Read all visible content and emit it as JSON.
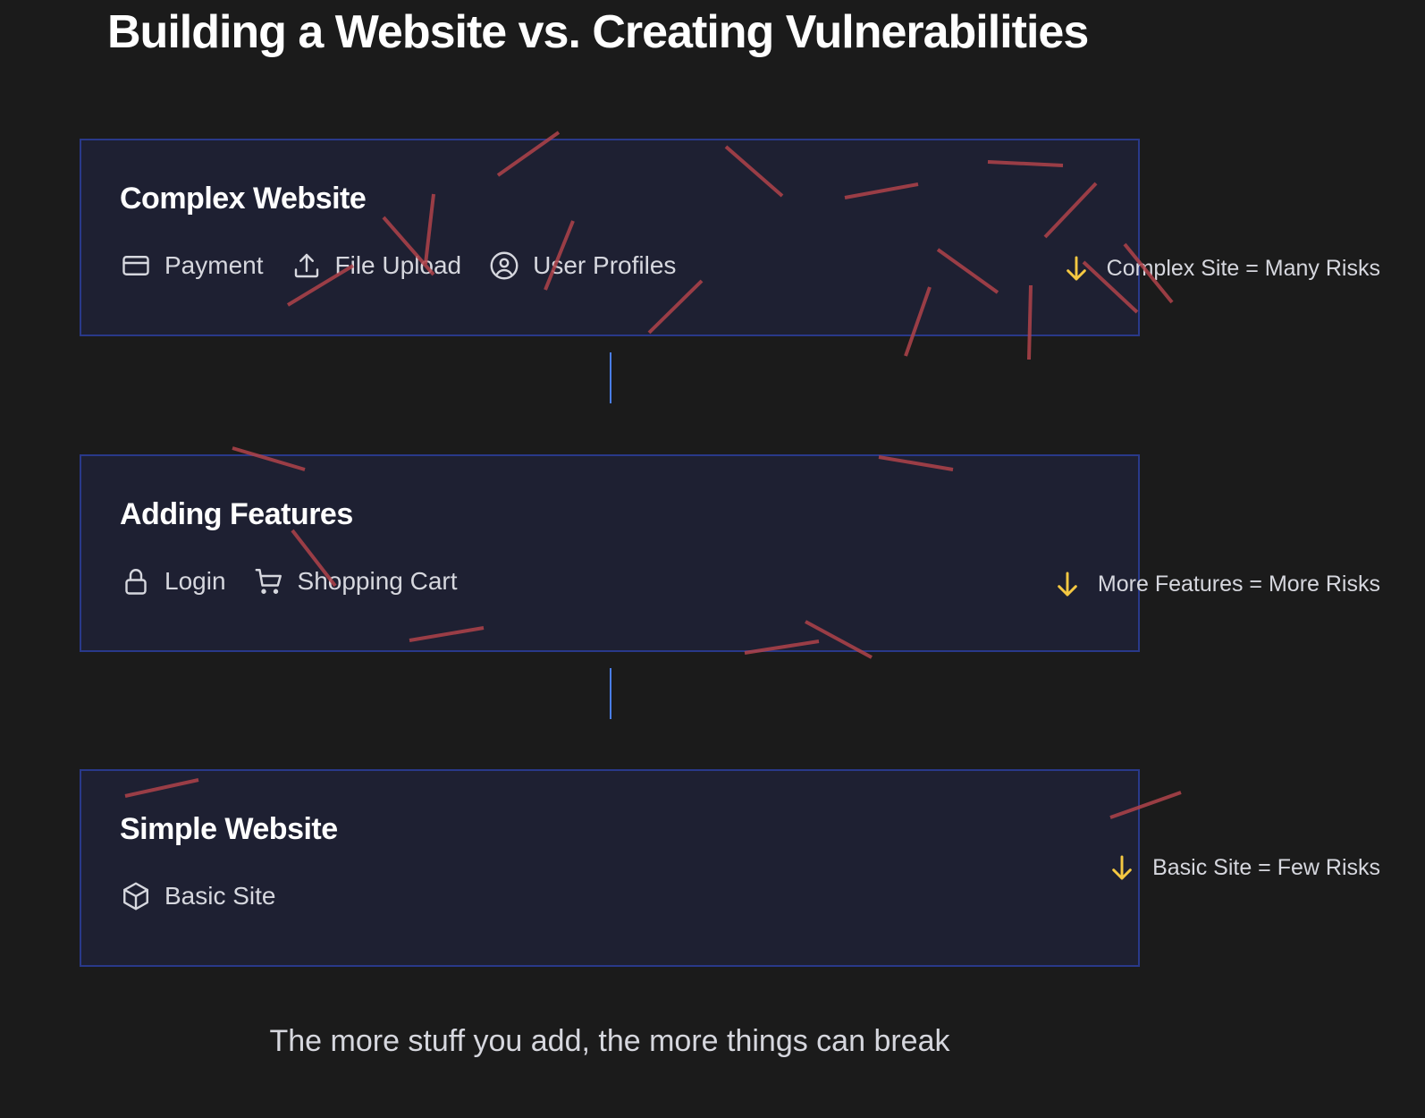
{
  "title": "Building a Website vs. Creating Vulnerabilities",
  "layers": [
    {
      "title": "Complex Website",
      "features": [
        {
          "icon": "credit-card-icon",
          "label": "Payment"
        },
        {
          "icon": "upload-icon",
          "label": "File Upload"
        },
        {
          "icon": "user-circle-icon",
          "label": "User Profiles"
        }
      ],
      "risk": {
        "icon": "arrow-down-icon",
        "label": "Complex Site = Many Risks"
      }
    },
    {
      "title": "Adding Features",
      "features": [
        {
          "icon": "lock-icon",
          "label": "Login"
        },
        {
          "icon": "shopping-cart-icon",
          "label": "Shopping Cart"
        }
      ],
      "risk": {
        "icon": "arrow-down-icon",
        "label": "More Features = More Risks"
      }
    },
    {
      "title": "Simple Website",
      "features": [
        {
          "icon": "box-icon",
          "label": "Basic Site"
        }
      ],
      "risk": {
        "icon": "arrow-down-icon",
        "label": "Basic Site = Few Risks"
      }
    }
  ],
  "footer": "The more stuff you add, the more things can break",
  "colors": {
    "background": "#1b1b1b",
    "box_fill": "#1e2032",
    "box_border": "#29398a",
    "connector": "#4a7ee8",
    "arrow": "#f5c842",
    "crack": "#b0434a"
  }
}
